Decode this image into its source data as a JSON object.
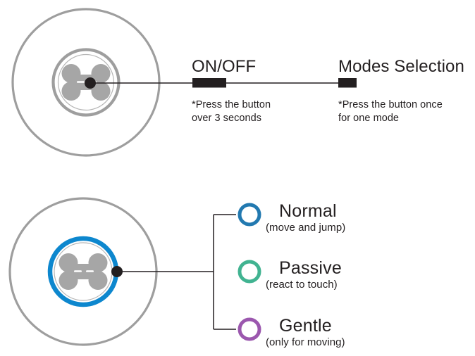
{
  "diagram": {
    "title_hidden": "",
    "colors": {
      "device_gray": "#9e9e9e",
      "device_inner_gray": "#b0b0b0",
      "bone_gray": "#a6a6a6",
      "active_blue": "#0d87ce",
      "line_black": "#231f20",
      "mode_normal": "#2279b0",
      "mode_passive": "#41b391",
      "mode_gentle": "#9b57ae"
    },
    "top": {
      "device_name": "device-top",
      "button_icon": "bone-icon",
      "callouts": [
        {
          "label": "ON/OFF",
          "note_line1": "*Press the button",
          "note_line2": "over 3 seconds",
          "marker": "black-bar-marker"
        },
        {
          "label": "Modes Selection",
          "note_line1": "*Press the button once",
          "note_line2": "for one mode",
          "marker": "black-bar-marker"
        }
      ]
    },
    "bottom": {
      "device_name": "device-bottom",
      "button_icon": "bone-icon",
      "ring_state": "active",
      "modes": [
        {
          "name": "Normal",
          "description": "(move and jump)",
          "color": "#2279b0",
          "key": "normal"
        },
        {
          "name": "Passive",
          "description": "(react to touch)",
          "color": "#41b391",
          "key": "passive"
        },
        {
          "name": "Gentle",
          "description": "(only for moving)",
          "color": "#9b57ae",
          "key": "gentle"
        }
      ]
    }
  }
}
